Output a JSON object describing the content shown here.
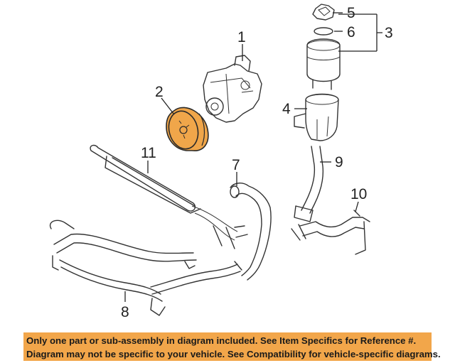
{
  "callouts": {
    "c1": "1",
    "c2": "2",
    "c3": "3",
    "c4": "4",
    "c5": "5",
    "c6": "6",
    "c7": "7",
    "c8": "8",
    "c9": "9",
    "c10": "10",
    "c11": "11"
  },
  "highlight_color": "#f0a64a",
  "notice": {
    "line1": "Only one part or sub-assembly in diagram included. See Item Specifics for Reference #.",
    "line2": "Diagram may not be specific to your vehicle. See Compatibility for vehicle-specific diagrams.",
    "background": "#f2a64a"
  }
}
